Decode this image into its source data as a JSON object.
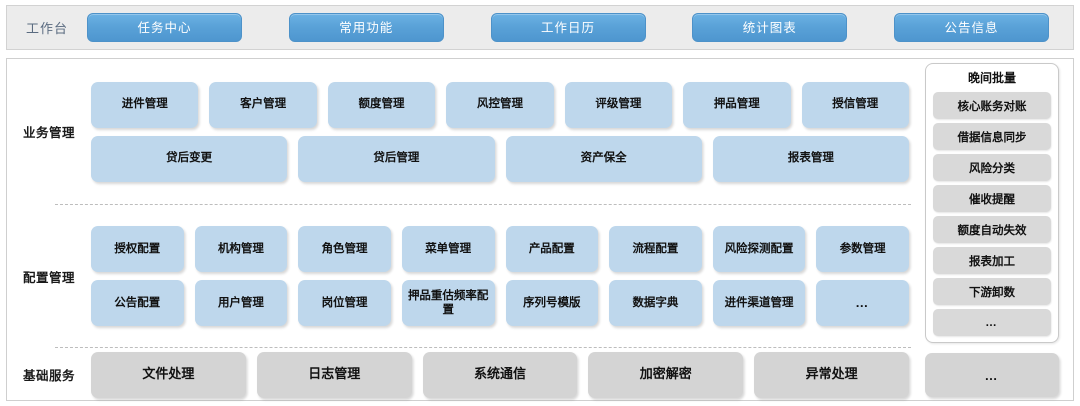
{
  "topbar": {
    "label": "工作台",
    "tabs": [
      {
        "label": "任务中心"
      },
      {
        "label": "常用功能"
      },
      {
        "label": "工作日历"
      },
      {
        "label": "统计图表"
      },
      {
        "label": "公告信息"
      }
    ],
    "accent_color": "#5aa2d8",
    "background_color": "#ececec"
  },
  "bands": [
    {
      "label": "业务管理",
      "style": "blue",
      "rows": [
        {
          "cells": [
            {
              "label": "进件管理"
            },
            {
              "label": "客户管理"
            },
            {
              "label": "额度管理"
            },
            {
              "label": "风控管理"
            },
            {
              "label": "评级管理"
            },
            {
              "label": "押品管理"
            },
            {
              "label": "授信管理"
            }
          ]
        },
        {
          "cells": [
            {
              "label": "贷后变更"
            },
            {
              "label": "贷后管理"
            },
            {
              "label": "资产保全"
            },
            {
              "label": "报表管理"
            }
          ]
        }
      ]
    },
    {
      "label": "配置管理",
      "style": "blue",
      "rows": [
        {
          "cells": [
            {
              "label": "授权配置"
            },
            {
              "label": "机构管理"
            },
            {
              "label": "角色管理"
            },
            {
              "label": "菜单管理"
            },
            {
              "label": "产品配置"
            },
            {
              "label": "流程配置"
            },
            {
              "label": "风险探测配置"
            },
            {
              "label": "参数管理"
            }
          ]
        },
        {
          "cells": [
            {
              "label": "公告配置"
            },
            {
              "label": "用户管理"
            },
            {
              "label": "岗位管理"
            },
            {
              "label": "押品重估频率配置"
            },
            {
              "label": "序列号模版"
            },
            {
              "label": "数据字典"
            },
            {
              "label": "进件渠道管理"
            },
            {
              "label": "…"
            }
          ]
        }
      ]
    },
    {
      "label": "基础服务",
      "style": "grey",
      "rows": [
        {
          "cells": [
            {
              "label": "文件处理"
            },
            {
              "label": "日志管理"
            },
            {
              "label": "系统通信"
            },
            {
              "label": "加密解密"
            },
            {
              "label": "异常处理"
            }
          ]
        }
      ]
    }
  ],
  "batch_panel": {
    "title": "晚间批量",
    "items": [
      {
        "label": "核心账务对账"
      },
      {
        "label": "借据信息同步"
      },
      {
        "label": "风险分类"
      },
      {
        "label": "催收提醒"
      },
      {
        "label": "额度自动失效"
      },
      {
        "label": "报表加工"
      },
      {
        "label": "下游卸数"
      },
      {
        "label": "…"
      }
    ]
  },
  "right_bottom_cell": {
    "label": "…"
  },
  "colors": {
    "blue_cell": "#bed7ec",
    "grey_cell": "#d4d4d4",
    "batch_item": "#d9d9d9",
    "frame_border": "#cfcfcf",
    "divider": "#bdbdbd"
  }
}
